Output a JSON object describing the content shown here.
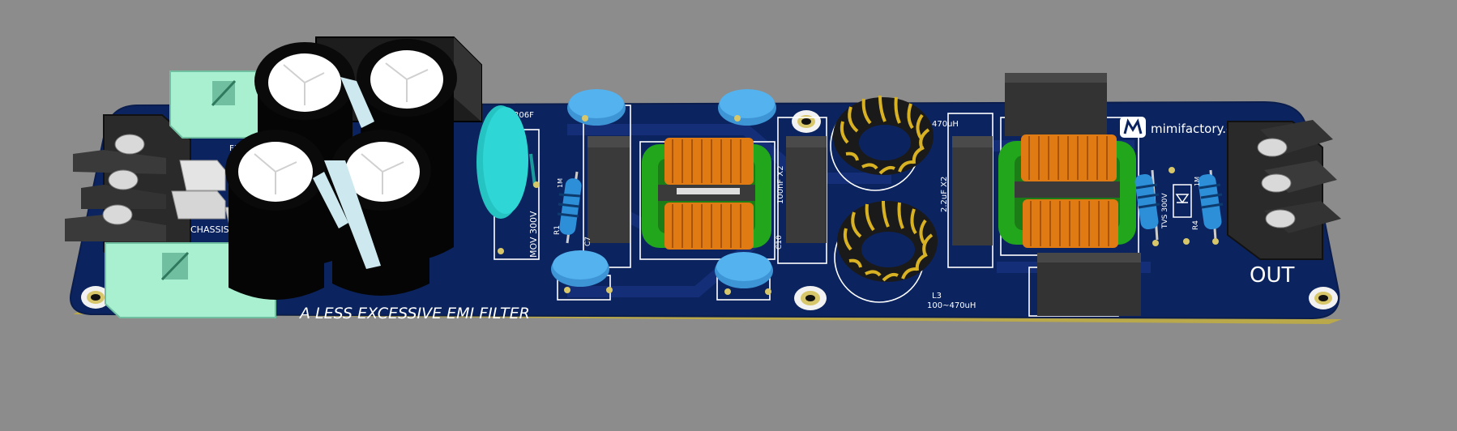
{
  "scene": {
    "background_color": "#8c8c8c",
    "board_color": "#0b2460",
    "board_edge_color": "#b9a94a",
    "silkscreen_color": "#ffffff"
  },
  "board": {
    "title": "A LESS EXCESSIVE EMI FILTER",
    "brand": "mimifactory.com",
    "output_label": "OUT"
  },
  "labels": {
    "fuse": "F1",
    "chassis": "CHASSIS",
    "cap_part": "206F",
    "mov": "MOV 300V",
    "r1": "R1",
    "r1_value": "1M",
    "c7": "C7",
    "c10": "C10",
    "c10_value": "100nF X2",
    "l2_value": "470uH",
    "l3": "L3",
    "l3_value": "100~470uH",
    "x2_cap_value": "2.2uF X2",
    "tvs": "TVS 300V",
    "r4": "R4",
    "r4_value": "1M"
  },
  "colors": {
    "terminal_block": "#2a2a2a",
    "connector": "#a8f0cf",
    "electrolytic": "#0a0a0a",
    "ceramic_cap": "#4aa6e6",
    "mov_disc": "#2ed6d6",
    "film_cap": "#3a3a3a",
    "choke_core": "#22a61c",
    "copper_winding": "#e07a12",
    "toroid_winding": "#d9b224",
    "resistor_body": "#2d8fd8"
  }
}
